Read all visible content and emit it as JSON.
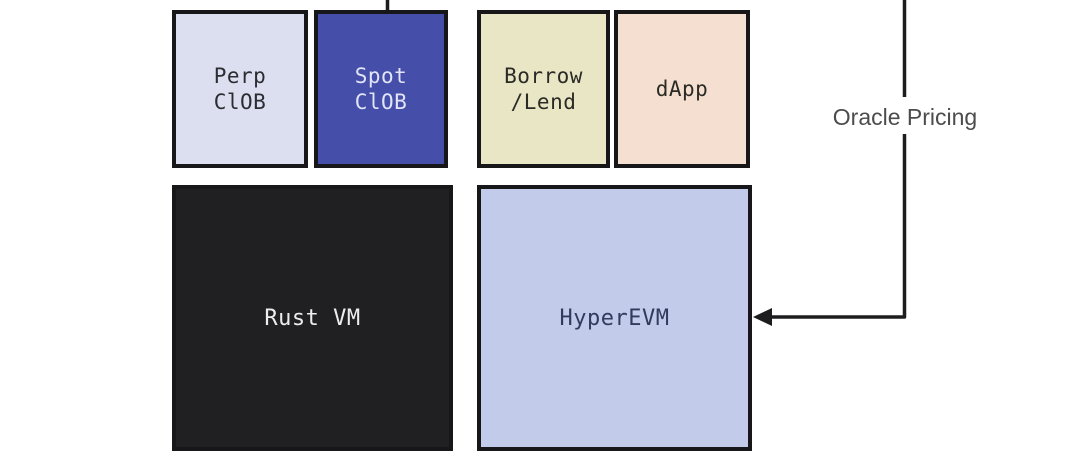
{
  "boxes": {
    "perp": {
      "line1": "Perp",
      "line2": "ClOB"
    },
    "spot": {
      "line1": "Spot",
      "line2": "ClOB"
    },
    "borrow": {
      "line1": "Borrow",
      "line2": "/Lend"
    },
    "dapp": {
      "label": "dApp"
    },
    "rustvm": {
      "label": "Rust VM"
    },
    "hyperevm": {
      "label": "HyperEVM"
    }
  },
  "annotations": {
    "oracle_pricing": "Oracle Pricing"
  },
  "colors": {
    "background": "#ffffff",
    "box_border": "#17171a",
    "connector_line": "#1d1d1f",
    "perp_fill": "#dcdfef",
    "spot_fill": "#454ea8",
    "borrow_fill": "#e9e6c6",
    "dapp_fill": "#f5dfd0",
    "rustvm_fill": "#202023",
    "hyperevm_fill": "#c2cbea",
    "hyperevm_text": "#333a5c",
    "oracle_text": "#4c4c4c"
  }
}
